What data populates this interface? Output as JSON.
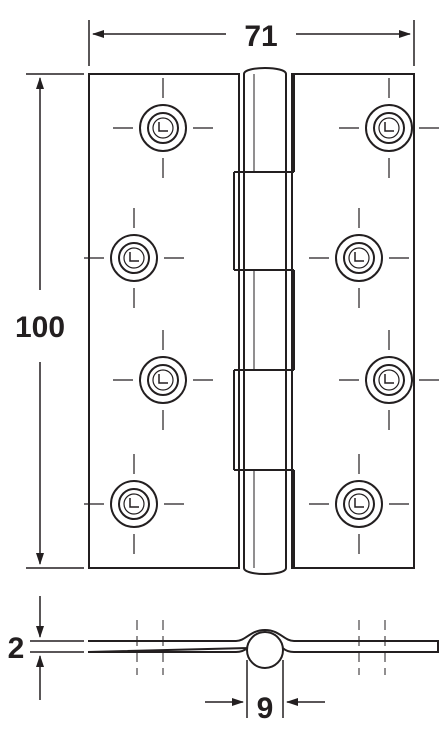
{
  "drawing": {
    "line_color": "#231f20",
    "background": "#ffffff",
    "dimensions": {
      "width_label": "71",
      "height_label": "100",
      "thickness_label": "2",
      "knuckle_label": "9"
    },
    "screw_holes": {
      "per_leaf": 4,
      "leaves": 2
    }
  }
}
